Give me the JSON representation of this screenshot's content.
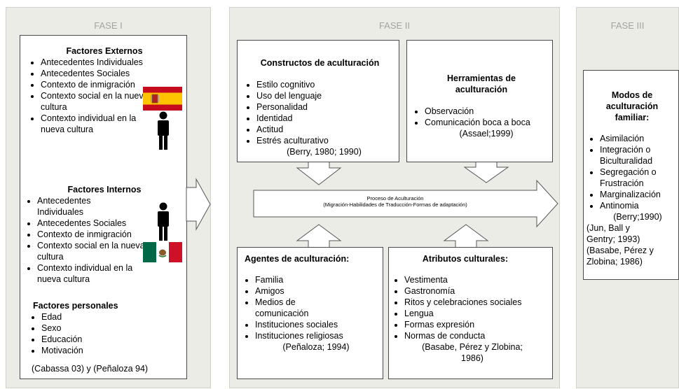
{
  "phases": {
    "phase1": "FASE I",
    "phase2": "FASE II",
    "phase3": "FASE III"
  },
  "externos": {
    "title": "Factores Externos",
    "items": [
      "Antecedentes Individuales",
      "Antecedentes Sociales",
      "Contexto de inmigración",
      "Contexto social en la nueva cultura",
      "Contexto individual en la nueva cultura"
    ]
  },
  "internos": {
    "title": "Factores Internos",
    "items": [
      "Antecedentes Individuales",
      "Antecedentes Sociales",
      "Contexto de inmigración",
      "Contexto social en la nueva cultura",
      "Contexto individual en la nueva cultura"
    ]
  },
  "personales": {
    "title": "Factores personales",
    "items": [
      "Edad",
      "Sexo",
      "Educación",
      "Motivación"
    ],
    "ref": "(Cabassa 03) y (Peñaloza 94)"
  },
  "constructos": {
    "title": "Constructos de aculturación",
    "items": [
      "Estilo cognitivo",
      "Uso del lenguaje",
      "Personalidad",
      "Identidad",
      "Actitud",
      "Estrés aculturativo"
    ],
    "ref": "(Berry, 1980; 1990)"
  },
  "herramientas": {
    "title": "Herramientas de aculturación",
    "items": [
      "Observación",
      "Comunicación boca a boca"
    ],
    "ref": "(Assael;1999)"
  },
  "proceso": {
    "line1": "Proceso de Aculturación",
    "line2": "(Migración-Habilidades de Traducción-Formas de adaptación)"
  },
  "agentes": {
    "title": "Agentes de aculturación:",
    "items": [
      "Familia",
      "Amigos",
      "Medios de comunicación",
      "Instituciones sociales",
      "Instituciones religiosas"
    ],
    "ref": "(Peñaloza; 1994)"
  },
  "atributos": {
    "title": "Atributos culturales:",
    "items": [
      "Vestimenta",
      "Gastronomía",
      "Ritos y celebraciones sociales",
      "Lengua",
      "Formas expresión",
      "Normas de conducta"
    ],
    "ref": "(Basabe, Pérez y Zlobina; 1986)"
  },
  "modos": {
    "title": "Modos de aculturación familiar:",
    "items": [
      "Asimilación",
      "Integración o Biculturalidad",
      "Segregación o Frustración",
      "Marginalización",
      "Antinomia"
    ],
    "ref1": "(Berry;1990)",
    "ref2": "(Jun, Ball y Gentry; 1993)",
    "ref3": "(Basabe, Pérez y Zlobina; 1986)"
  },
  "colors": {
    "panel": "#ecece6",
    "spain_red": "#c60b1e",
    "spain_yellow": "#ffc400",
    "mexico_green": "#006847",
    "mexico_red": "#ce1126"
  },
  "icons": [
    "spain-flag-icon",
    "person-icon",
    "mexico-flag-icon"
  ]
}
